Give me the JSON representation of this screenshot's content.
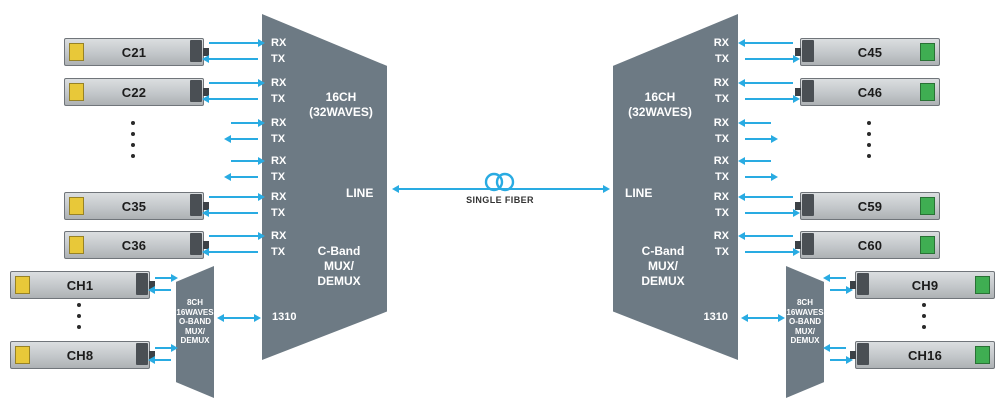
{
  "labels": {
    "rx": "RX",
    "tx": "TX"
  },
  "cband_mux": {
    "capacity_line1": "16CH",
    "capacity_line2": "(32WAVES)",
    "line_port": "LINE",
    "band_line1": "C-Band",
    "band_line2": "MUX/",
    "band_line3": "DEMUX",
    "port_1310": "1310"
  },
  "oband_mux": {
    "line1": "8CH",
    "line2": "16WAVES",
    "line3": "O-BAND",
    "line4": "MUX/",
    "line5": "DEMUX"
  },
  "center": {
    "fiber_label": "SINGLE FIBER"
  },
  "left": {
    "cband_modules": [
      "C21",
      "C22",
      "C35",
      "C36"
    ],
    "oband_modules": [
      "CH1",
      "CH8"
    ]
  },
  "right": {
    "cband_modules": [
      "C45",
      "C46",
      "C59",
      "C60"
    ],
    "oband_modules": [
      "CH9",
      "CH16"
    ]
  },
  "colors": {
    "arrow": "#29abe2",
    "mux_body": "#6d7a84",
    "tab_yellow": "#e8c839",
    "tab_green": "#3fae52"
  }
}
